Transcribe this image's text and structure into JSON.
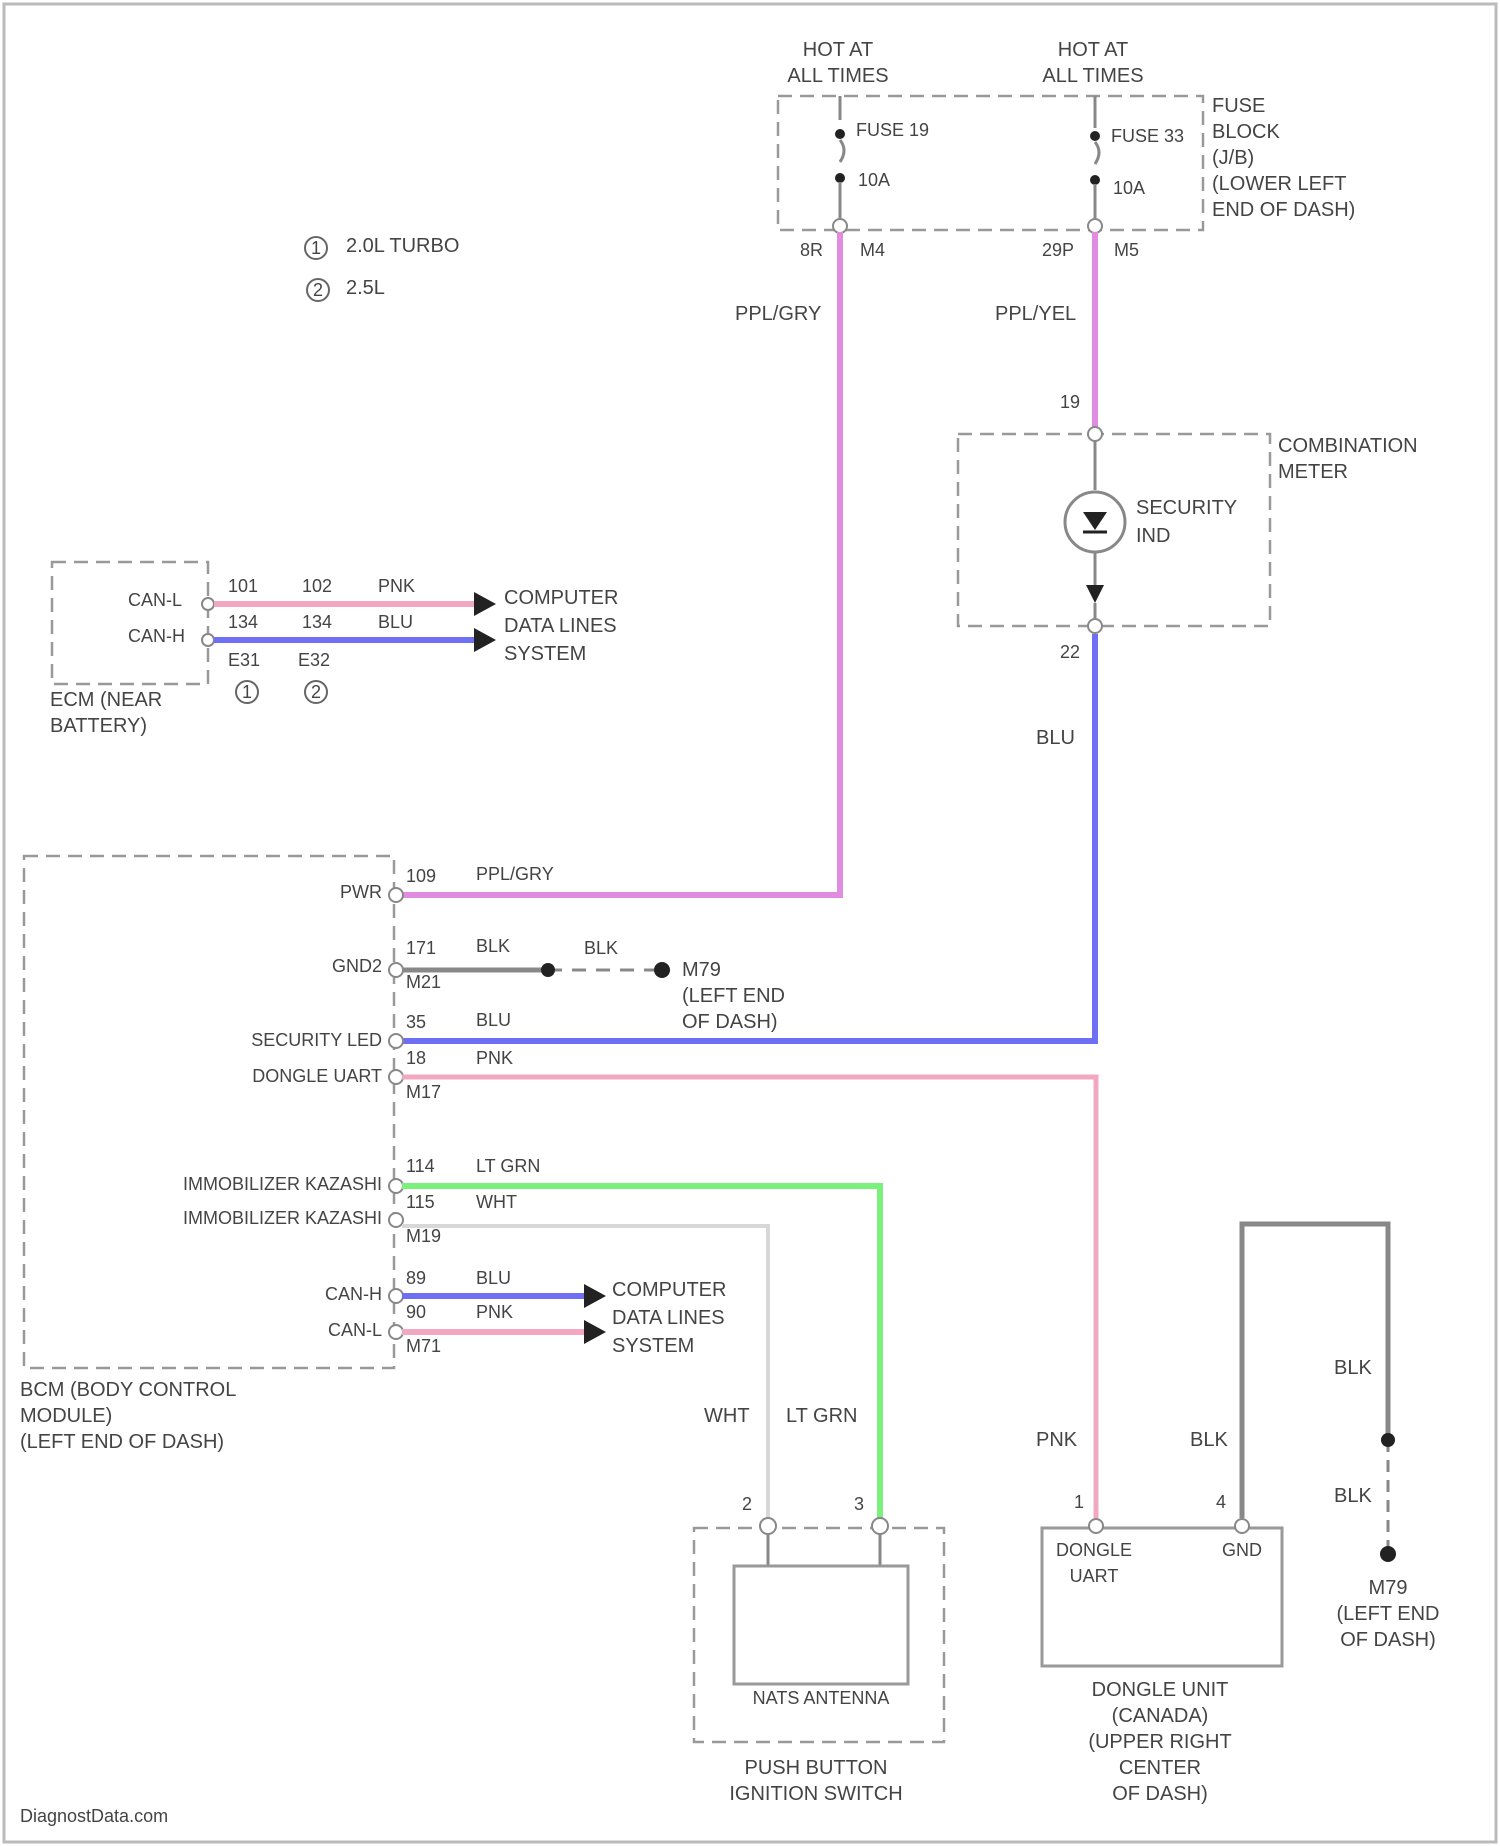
{
  "footer": {
    "watermark": "DiagnostData.com"
  },
  "legend": {
    "items": [
      {
        "mark": "1",
        "text": "2.0L TURBO"
      },
      {
        "mark": "2",
        "text": "2.5L"
      }
    ]
  },
  "supply": {
    "left": "HOT AT\nALL TIMES",
    "right": "HOT AT\nALL TIMES"
  },
  "fuse_block": {
    "name": "FUSE\nBLOCK\n(J/B)\n(LOWER LEFT\nEND OF DASH)",
    "fuse_left": "FUSE 19",
    "fuse_left_amp": "10A",
    "fuse_right": "FUSE 33",
    "fuse_right_amp": "10A",
    "pin_l1": "8R",
    "pin_l2": "M4",
    "pin_r1": "29P",
    "pin_r2": "M5"
  },
  "combination_meter": {
    "name": "COMBINATION\nMETER",
    "indicator": "SECURITY\nIND",
    "pin_top": "19",
    "pin_bottom": "22"
  },
  "ecm": {
    "name": "ECM (NEAR\nBATTERY)",
    "can_l": "CAN-L",
    "can_h": "CAN-H",
    "pins_a": [
      "101",
      "134"
    ],
    "pins_b": [
      "102",
      "134"
    ],
    "conn_a": "E31",
    "conn_b": "E32",
    "conn_a_mark": "1",
    "conn_b_mark": "2",
    "wire_l": "PNK",
    "wire_h": "BLU",
    "dest": "COMPUTER\nDATA LINES\nSYSTEM"
  },
  "bcm": {
    "name": "BCM (BODY CONTROL\nMODULE)\n(LEFT END OF DASH)",
    "pins": {
      "pwr": "PWR",
      "gnd": "GND2",
      "sec_led": "SECURITY LED",
      "dongle": "DONGLE UART",
      "immo1": "IMMOBILIZER KAZASHI",
      "immo2": "IMMOBILIZER KAZASHI",
      "canh": "CAN-H",
      "canl": "CAN-L"
    },
    "pin_nums": {
      "pwr": "109",
      "gnd": "171",
      "gnd_conn": "M21",
      "sec": "35",
      "dongle": "18",
      "dongle_conn": "M17",
      "immo1": "114",
      "immo2": "115",
      "immo_conn": "M19",
      "canh": "89",
      "canl": "90",
      "can_conn": "M71"
    },
    "wires": {
      "pwr": "PPL/GRY",
      "gnd": "BLK",
      "gnd2": "BLK",
      "sec": "BLU",
      "dongle": "PNK",
      "immo1": "LT GRN",
      "immo2": "WHT",
      "canh": "BLU",
      "canl": "PNK"
    },
    "dest": "COMPUTER\nDATA LINES\nSYSTEM"
  },
  "ground": {
    "name": "M79\n(LEFT END\nOF DASH)"
  },
  "ground2": {
    "name": "M79\n(LEFT END\nOF DASH)"
  },
  "wires_main": {
    "ppl_gry": "PPL/GRY",
    "ppl_yel": "PPL/YEL",
    "blu": "BLU",
    "pnk": "PNK",
    "wht": "WHT",
    "lt_grn": "LT GRN",
    "blk1": "BLK",
    "blk2": "BLK",
    "blk3": "BLK"
  },
  "push_button": {
    "name": "PUSH BUTTON\nIGNITION SWITCH",
    "antenna": "NATS ANTENNA",
    "pin_a": "2",
    "pin_b": "3"
  },
  "dongle_unit": {
    "name": "DONGLE UNIT\n(CANADA)\n(UPPER RIGHT\nCENTER\nOF DASH)",
    "pin_uart": "DONGLE\nUART",
    "pin_gnd": "GND",
    "num_uart": "1",
    "num_gnd": "4"
  },
  "colors": {
    "pink_purple": "#e08ce0",
    "pink": "#f2a8c0",
    "blue": "#6f6ff5",
    "green": "#7cf07c",
    "gray": "#888888",
    "white_wire": "#d8d8d8"
  }
}
